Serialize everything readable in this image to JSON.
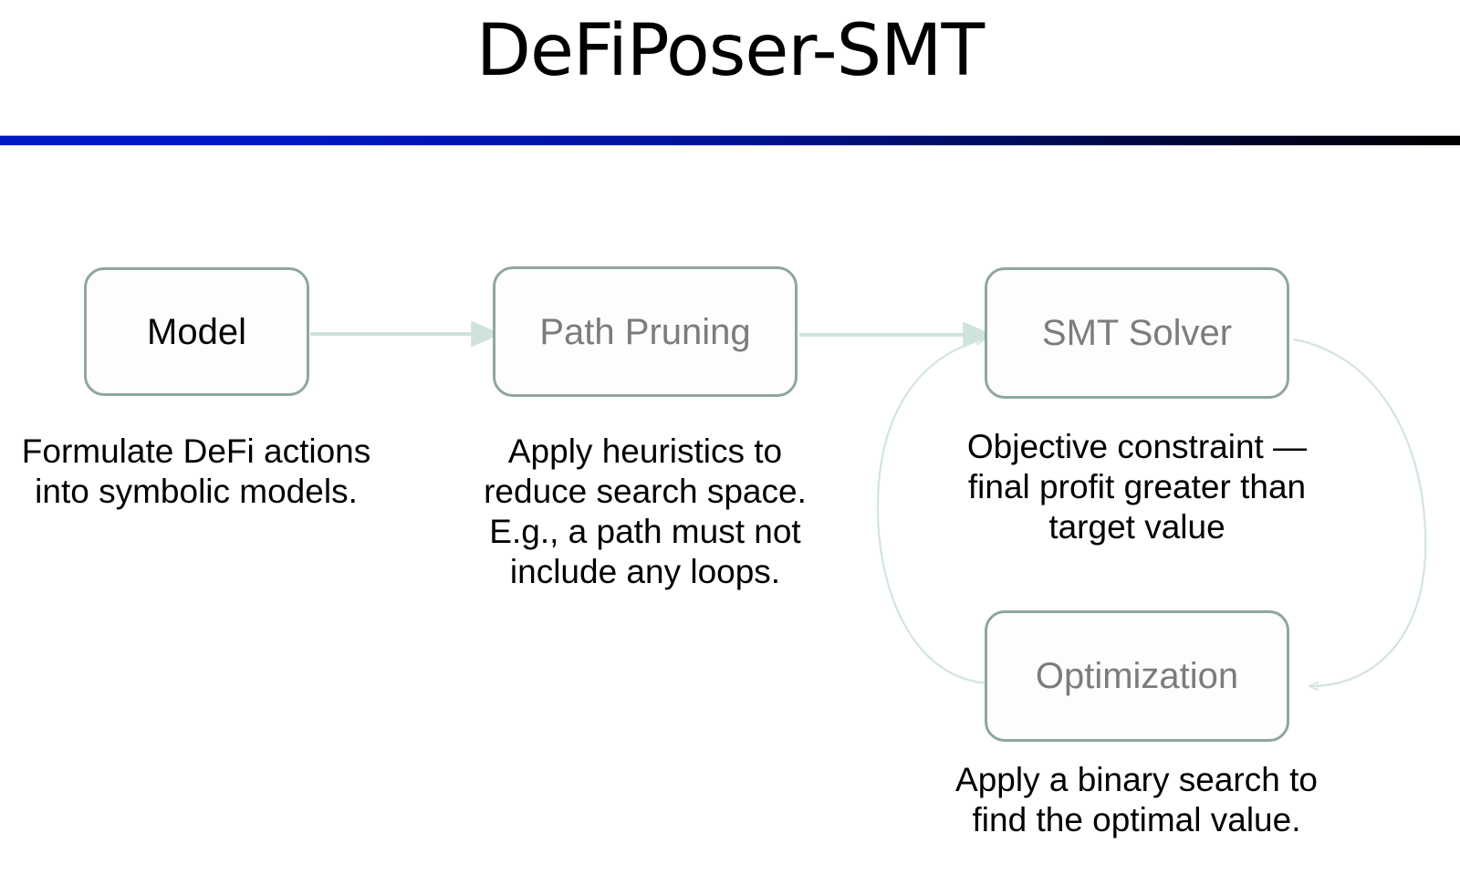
{
  "slide": {
    "title": "DeFiPoser-SMT",
    "divider": {
      "gradient_start": "#0019c8",
      "gradient_end": "#000000"
    }
  },
  "theme": {
    "box_border_color": "#8ea79e",
    "connector_color": "#cfe3dc",
    "text_dark": "#060606",
    "text_muted": "#7c7c7c",
    "background": "#ffffff"
  },
  "diagram": {
    "nodes": [
      {
        "id": "model",
        "label": "Model",
        "label_tone": "dark",
        "caption": "Formulate DeFi actions\ninto symbolic models."
      },
      {
        "id": "path-pruning",
        "label": "Path Pruning",
        "label_tone": "muted",
        "caption": "Apply heuristics to\nreduce search space.\nE.g., a path must not\ninclude any loops."
      },
      {
        "id": "smt-solver",
        "label": "SMT Solver",
        "label_tone": "muted",
        "caption": "Objective constraint —\nfinal profit greater than\ntarget value"
      },
      {
        "id": "optimization",
        "label": "Optimization",
        "label_tone": "muted",
        "caption": "Apply a binary search to\nfind the optimal value."
      }
    ],
    "connectors": [
      {
        "id": "model-to-path-pruning",
        "from": "model",
        "to": "path-pruning",
        "style": "straight-arrow"
      },
      {
        "id": "path-pruning-to-smt-solver",
        "from": "path-pruning",
        "to": "smt-solver",
        "style": "straight-arrow"
      },
      {
        "id": "smt-solver-to-optimization",
        "from": "smt-solver",
        "to": "optimization",
        "style": "curved-arrow-right"
      },
      {
        "id": "optimization-to-smt-solver",
        "from": "optimization",
        "to": "smt-solver",
        "style": "curved-arrow-left"
      }
    ]
  }
}
